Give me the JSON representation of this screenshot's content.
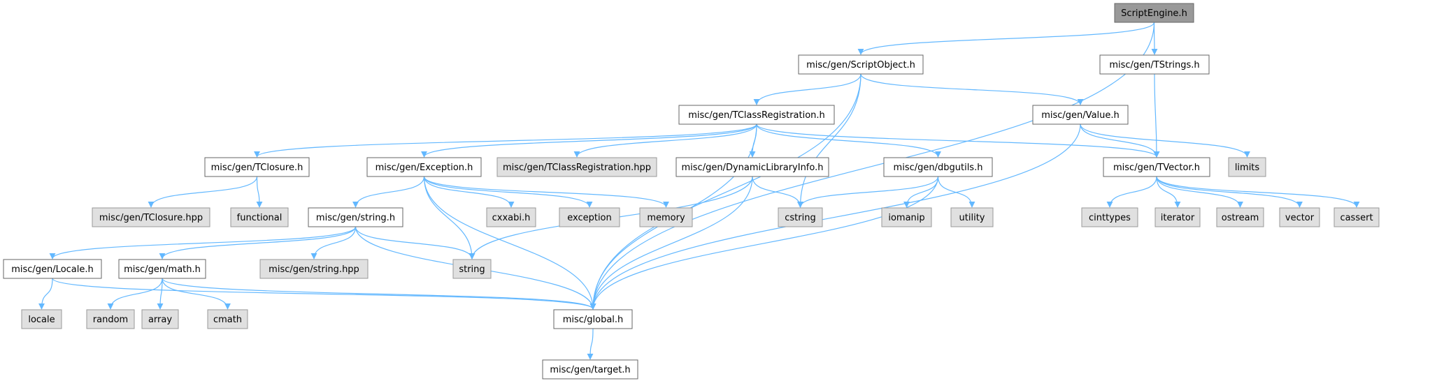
{
  "colors": {
    "edge": "#63b8ff",
    "root_fill": "#999999",
    "node_fill": "#ffffff",
    "external_fill": "#e0e0e0",
    "node_stroke": "#666666",
    "external_stroke": "#999999",
    "text": "#000000"
  },
  "nodes": [
    {
      "id": "scriptengine",
      "label": "ScriptEngine.h",
      "kind": "root"
    },
    {
      "id": "scriptobject",
      "label": "misc/gen/ScriptObject.h",
      "kind": "file"
    },
    {
      "id": "tstrings",
      "label": "misc/gen/TStrings.h",
      "kind": "file"
    },
    {
      "id": "tclassreg",
      "label": "misc/gen/TClassRegistration.h",
      "kind": "file"
    },
    {
      "id": "value",
      "label": "misc/gen/Value.h",
      "kind": "file"
    },
    {
      "id": "tclosure",
      "label": "misc/gen/TClosure.h",
      "kind": "file"
    },
    {
      "id": "exception_h",
      "label": "misc/gen/Exception.h",
      "kind": "file"
    },
    {
      "id": "tclassreg_hpp",
      "label": "misc/gen/TClassRegistration.hpp",
      "kind": "external"
    },
    {
      "id": "dynlib",
      "label": "misc/gen/DynamicLibraryInfo.h",
      "kind": "file"
    },
    {
      "id": "dbgutils",
      "label": "misc/gen/dbgutils.h",
      "kind": "file"
    },
    {
      "id": "tvector",
      "label": "misc/gen/TVector.h",
      "kind": "file"
    },
    {
      "id": "limits",
      "label": "limits",
      "kind": "external"
    },
    {
      "id": "tclosure_hpp",
      "label": "misc/gen/TClosure.hpp",
      "kind": "external"
    },
    {
      "id": "functional",
      "label": "functional",
      "kind": "external"
    },
    {
      "id": "string_h",
      "label": "misc/gen/string.h",
      "kind": "file"
    },
    {
      "id": "cxxabi",
      "label": "cxxabi.h",
      "kind": "external"
    },
    {
      "id": "exception",
      "label": "exception",
      "kind": "external"
    },
    {
      "id": "memory",
      "label": "memory",
      "kind": "external"
    },
    {
      "id": "cstring",
      "label": "cstring",
      "kind": "external"
    },
    {
      "id": "iomanip",
      "label": "iomanip",
      "kind": "external"
    },
    {
      "id": "utility",
      "label": "utility",
      "kind": "external"
    },
    {
      "id": "cinttypes",
      "label": "cinttypes",
      "kind": "external"
    },
    {
      "id": "iterator",
      "label": "iterator",
      "kind": "external"
    },
    {
      "id": "ostream",
      "label": "ostream",
      "kind": "external"
    },
    {
      "id": "vector",
      "label": "vector",
      "kind": "external"
    },
    {
      "id": "cassert",
      "label": "cassert",
      "kind": "external"
    },
    {
      "id": "locale_h",
      "label": "misc/gen/Locale.h",
      "kind": "file"
    },
    {
      "id": "math_h",
      "label": "misc/gen/math.h",
      "kind": "file"
    },
    {
      "id": "string_hpp",
      "label": "misc/gen/string.hpp",
      "kind": "external"
    },
    {
      "id": "string",
      "label": "string",
      "kind": "external"
    },
    {
      "id": "locale",
      "label": "locale",
      "kind": "external"
    },
    {
      "id": "random",
      "label": "random",
      "kind": "external"
    },
    {
      "id": "array",
      "label": "array",
      "kind": "external"
    },
    {
      "id": "cmath",
      "label": "cmath",
      "kind": "external"
    },
    {
      "id": "global",
      "label": "misc/global.h",
      "kind": "file"
    },
    {
      "id": "target",
      "label": "misc/gen/target.h",
      "kind": "file"
    }
  ],
  "edges": [
    [
      "scriptengine",
      "scriptobject"
    ],
    [
      "scriptengine",
      "tstrings"
    ],
    [
      "scriptengine",
      "global"
    ],
    [
      "scriptobject",
      "global"
    ],
    [
      "scriptobject",
      "tclassreg"
    ],
    [
      "scriptobject",
      "cstring"
    ],
    [
      "scriptobject",
      "value"
    ],
    [
      "tstrings",
      "tvector"
    ],
    [
      "tclassreg",
      "tclosure"
    ],
    [
      "tclassreg",
      "exception_h"
    ],
    [
      "tclassreg",
      "tclassreg_hpp"
    ],
    [
      "tclassreg",
      "dynlib"
    ],
    [
      "tclassreg",
      "dbgutils"
    ],
    [
      "tclassreg",
      "tvector"
    ],
    [
      "tclassreg",
      "global"
    ],
    [
      "value",
      "tvector"
    ],
    [
      "value",
      "limits"
    ],
    [
      "value",
      "global"
    ],
    [
      "tclosure",
      "tclosure_hpp"
    ],
    [
      "tclosure",
      "functional"
    ],
    [
      "exception_h",
      "string_h"
    ],
    [
      "exception_h",
      "cxxabi"
    ],
    [
      "exception_h",
      "exception"
    ],
    [
      "exception_h",
      "memory"
    ],
    [
      "exception_h",
      "string"
    ],
    [
      "exception_h",
      "global"
    ],
    [
      "dynlib",
      "cstring"
    ],
    [
      "dynlib",
      "string"
    ],
    [
      "dynlib",
      "global"
    ],
    [
      "dbgutils",
      "cstring"
    ],
    [
      "dbgutils",
      "iomanip"
    ],
    [
      "dbgutils",
      "utility"
    ],
    [
      "dbgutils",
      "global"
    ],
    [
      "tvector",
      "cinttypes"
    ],
    [
      "tvector",
      "iterator"
    ],
    [
      "tvector",
      "ostream"
    ],
    [
      "tvector",
      "vector"
    ],
    [
      "tvector",
      "cassert"
    ],
    [
      "string_h",
      "locale_h"
    ],
    [
      "string_h",
      "math_h"
    ],
    [
      "string_h",
      "string_hpp"
    ],
    [
      "string_h",
      "string"
    ],
    [
      "string_h",
      "global"
    ],
    [
      "locale_h",
      "locale"
    ],
    [
      "locale_h",
      "global"
    ],
    [
      "math_h",
      "random"
    ],
    [
      "math_h",
      "array"
    ],
    [
      "math_h",
      "cmath"
    ],
    [
      "math_h",
      "global"
    ],
    [
      "global",
      "target"
    ]
  ]
}
